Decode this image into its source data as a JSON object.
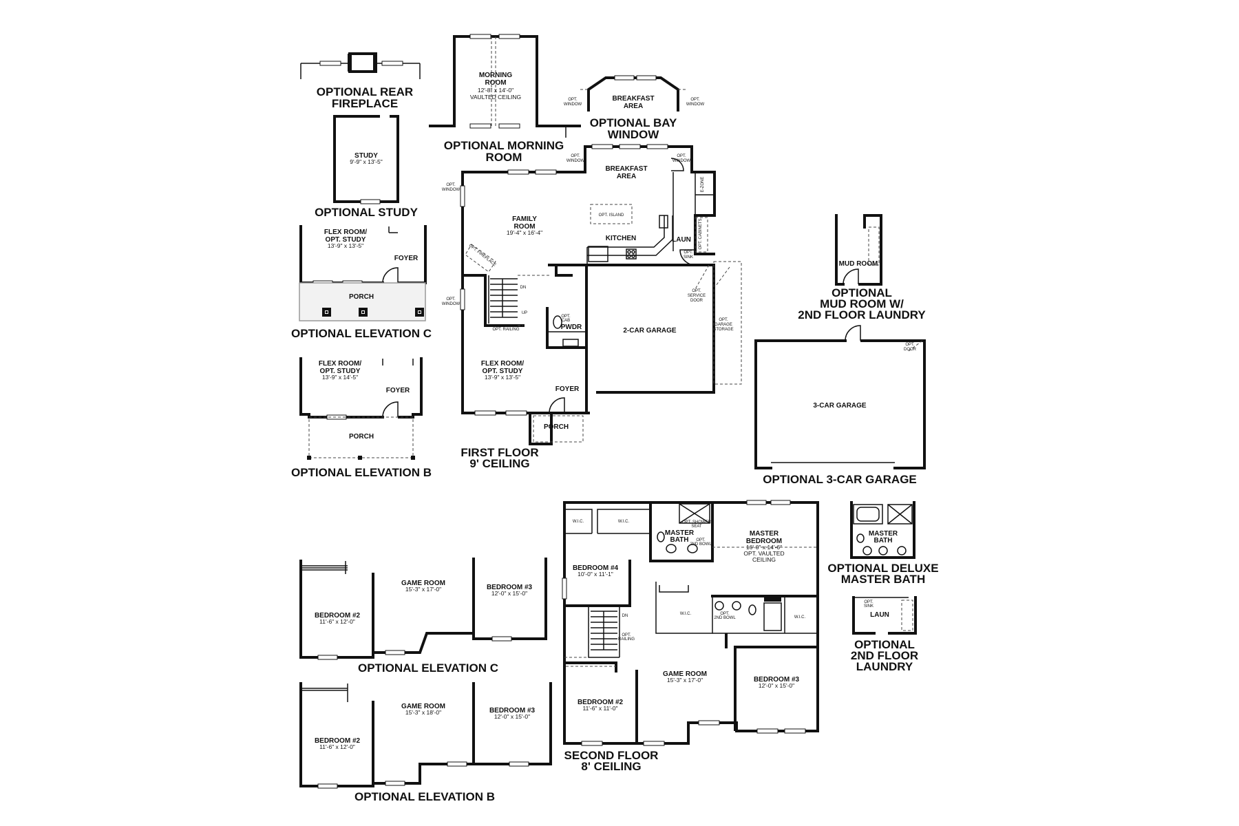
{
  "captions": {
    "opt_rear_fireplace": [
      "OPTIONAL REAR",
      "FIREPLACE"
    ],
    "opt_morning_room": [
      "OPTIONAL MORNING",
      "ROOM"
    ],
    "opt_bay_window": [
      "OPTIONAL BAY",
      "WINDOW"
    ],
    "opt_study": "OPTIONAL STUDY",
    "opt_elev_c_first": "OPTIONAL ELEVATION C",
    "opt_elev_b_first": "OPTIONAL ELEVATION B",
    "first_floor": [
      "FIRST FLOOR",
      "9' CEILING"
    ],
    "opt_mud_room": [
      "OPTIONAL",
      "MUD ROOM W/",
      "2ND FLOOR LAUNDRY"
    ],
    "opt_3car": "OPTIONAL 3-CAR GARAGE",
    "opt_elev_c_second": "OPTIONAL ELEVATION C",
    "opt_elev_b_second": "OPTIONAL ELEVATION B",
    "second_floor": [
      "SECOND FLOOR",
      "8' CEILING"
    ],
    "opt_deluxe_bath": [
      "OPTIONAL DELUXE",
      "MASTER BATH"
    ],
    "opt_2nd_laundry": [
      "OPTIONAL",
      "2ND FLOOR",
      "LAUNDRY"
    ]
  },
  "rooms": {
    "morning_room": {
      "name": [
        "MORNING",
        "ROOM"
      ],
      "dims": [
        "12'-8\" x 14'-0\"",
        "VAULTED CEILING"
      ]
    },
    "bay_breakfast": {
      "name": [
        "BREAKFAST",
        "AREA"
      ]
    },
    "study": {
      "name": "STUDY",
      "dims": "9'-9\" x 13'-5\""
    },
    "flex_c": {
      "name": [
        "FLEX ROOM/",
        "OPT. STUDY"
      ],
      "dims": "13'-9\" x 13'-5\""
    },
    "foyer_c": "FOYER",
    "porch_c": "PORCH",
    "flex_b": {
      "name": [
        "FLEX ROOM/",
        "OPT. STUDY"
      ],
      "dims": "13'-9\" x 14'-5\""
    },
    "foyer_b": "FOYER",
    "porch_b": "PORCH",
    "breakfast": {
      "name": [
        "BREAKFAST",
        "AREA"
      ]
    },
    "family": {
      "name": [
        "FAMILY",
        "ROOM"
      ],
      "dims": "19'-4\" x 16'-4\""
    },
    "kitchen": "KITCHEN",
    "laun": "LAUN",
    "pwdr": "PWDR",
    "garage2": "2-CAR GARAGE",
    "flex_main": {
      "name": [
        "FLEX ROOM/",
        "OPT. STUDY"
      ],
      "dims": "13'-9\" x 13'-5\""
    },
    "foyer_main": "FOYER",
    "porch_main": "PORCH",
    "mud_room": "MUD ROOM",
    "garage3": "3-CAR GARAGE",
    "wic1": "W.I.C.",
    "wic2": "W.I.C.",
    "wic3": "W.I.C.",
    "wic4": "W.I.C.",
    "master_bath": {
      "name": [
        "MASTER",
        "BATH"
      ]
    },
    "master_bed": {
      "name": [
        "MASTER",
        "BEDROOM"
      ],
      "dims": [
        "16'-0\" x 14'-6\"",
        "OPT. VAULTED",
        "CEILING"
      ]
    },
    "bed4": {
      "name": "BEDROOM #4",
      "dims": "10'-0\" x 11'-1\""
    },
    "game_main": {
      "name": "GAME ROOM",
      "dims": "15'-3\" x 17'-0\""
    },
    "bed3_main": {
      "name": "BEDROOM #3",
      "dims": "12'-0\" x 15'-0\""
    },
    "bed2_main": {
      "name": "BEDROOM #2",
      "dims": "11'-6\" x 11'-0\""
    },
    "bed2_c": {
      "name": "BEDROOM #2",
      "dims": "11'-6\" x 12'-0\""
    },
    "game_c": {
      "name": "GAME ROOM",
      "dims": "15'-3\" x 17'-0\""
    },
    "bed3_c": {
      "name": "BEDROOM #3",
      "dims": "12'-0\" x 15'-0\""
    },
    "bed2_b": {
      "name": "BEDROOM #2",
      "dims": "11'-6\" x 12'-0\""
    },
    "game_b": {
      "name": "GAME ROOM",
      "dims": "15'-3\" x 18'-0\""
    },
    "bed3_b": {
      "name": "BEDROOM #3",
      "dims": "12'-0\" x 15'-0\""
    },
    "deluxe_bath": {
      "name": [
        "MASTER",
        "BATH"
      ]
    },
    "laun2": "LAUN"
  },
  "notes": {
    "opt_window": [
      "OPT.",
      "WINDOW"
    ],
    "opt_island": "OPT. ISLAND",
    "opt_fireplace": "OPT. FIREPLACE",
    "opt_cab": [
      "OPT.",
      "CAB"
    ],
    "opt_railing": "OPT. RAILING",
    "dn": "DN",
    "up": "UP",
    "opt_cabinets": "OPT. CABINETS",
    "opt_sink": [
      "OPT.",
      "SINK"
    ],
    "opt_service_door": [
      "OPT.",
      "SERVICE",
      "DOOR"
    ],
    "opt_garage_storage": [
      "OPT.",
      "GARAGE",
      "STORAGE"
    ],
    "e_zone": "E-ZONE",
    "opt_shower_seat": [
      "OPT. SHOWER",
      "SEAT"
    ],
    "opt_2nd_bowl": [
      "OPT.",
      "2ND BOWL"
    ],
    "opt_railing_2": [
      "OPT.",
      "RAILING"
    ]
  }
}
